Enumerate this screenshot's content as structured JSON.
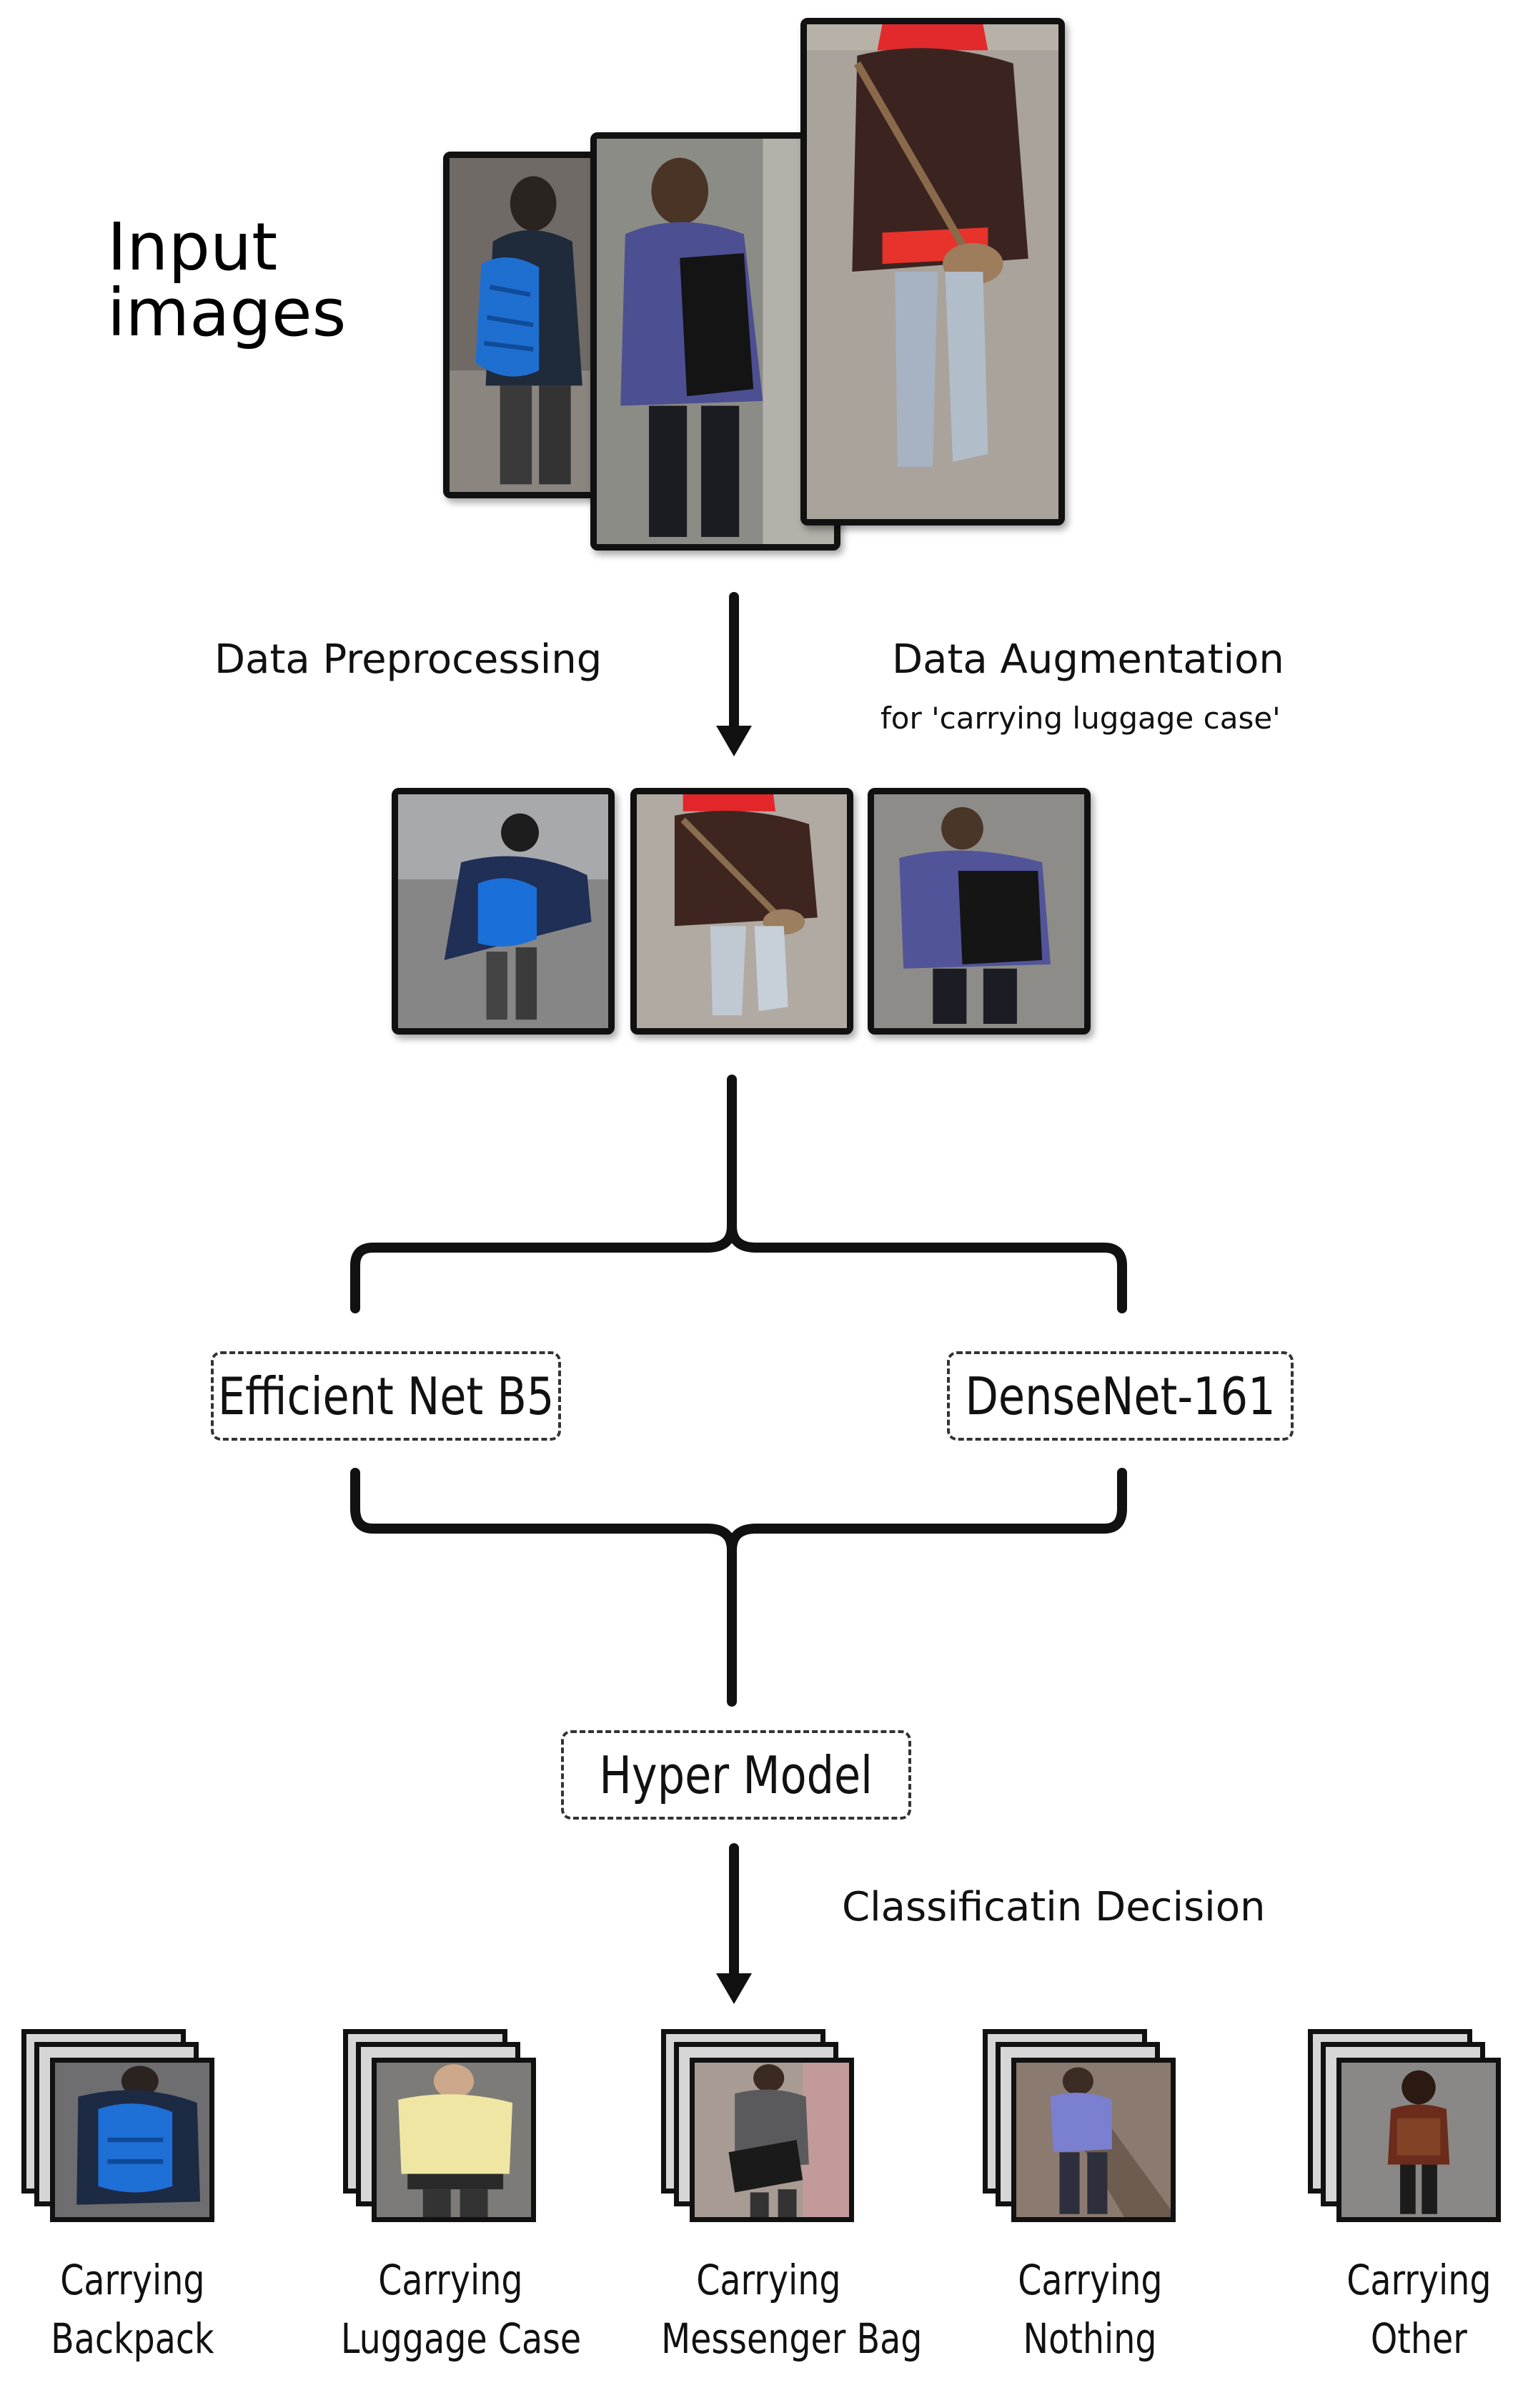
{
  "input": {
    "title_line1": "Input",
    "title_line2": "images"
  },
  "steps": {
    "preprocessing": "Data Preprocessing",
    "augmentation": "Data Augmentation",
    "augmentation_sub": "for 'carrying luggage case'",
    "decision": "Classificatin Decision"
  },
  "models": {
    "left": "Efficient Net B5",
    "right": "DenseNet-161",
    "hyper": "Hyper Model"
  },
  "classes": [
    {
      "line1": "Carrying",
      "line2": "Backpack"
    },
    {
      "line1": "Carrying",
      "line2": "Luggage Case"
    },
    {
      "line1": "Carrying",
      "line2": "Messenger Bag"
    },
    {
      "line1": "Carrying",
      "line2": "Nothing"
    },
    {
      "line1": "Carrying",
      "line2": "Other"
    }
  ],
  "colors": {
    "line": "#111111",
    "dashed_border": "#333333",
    "background": "#ffffff"
  }
}
